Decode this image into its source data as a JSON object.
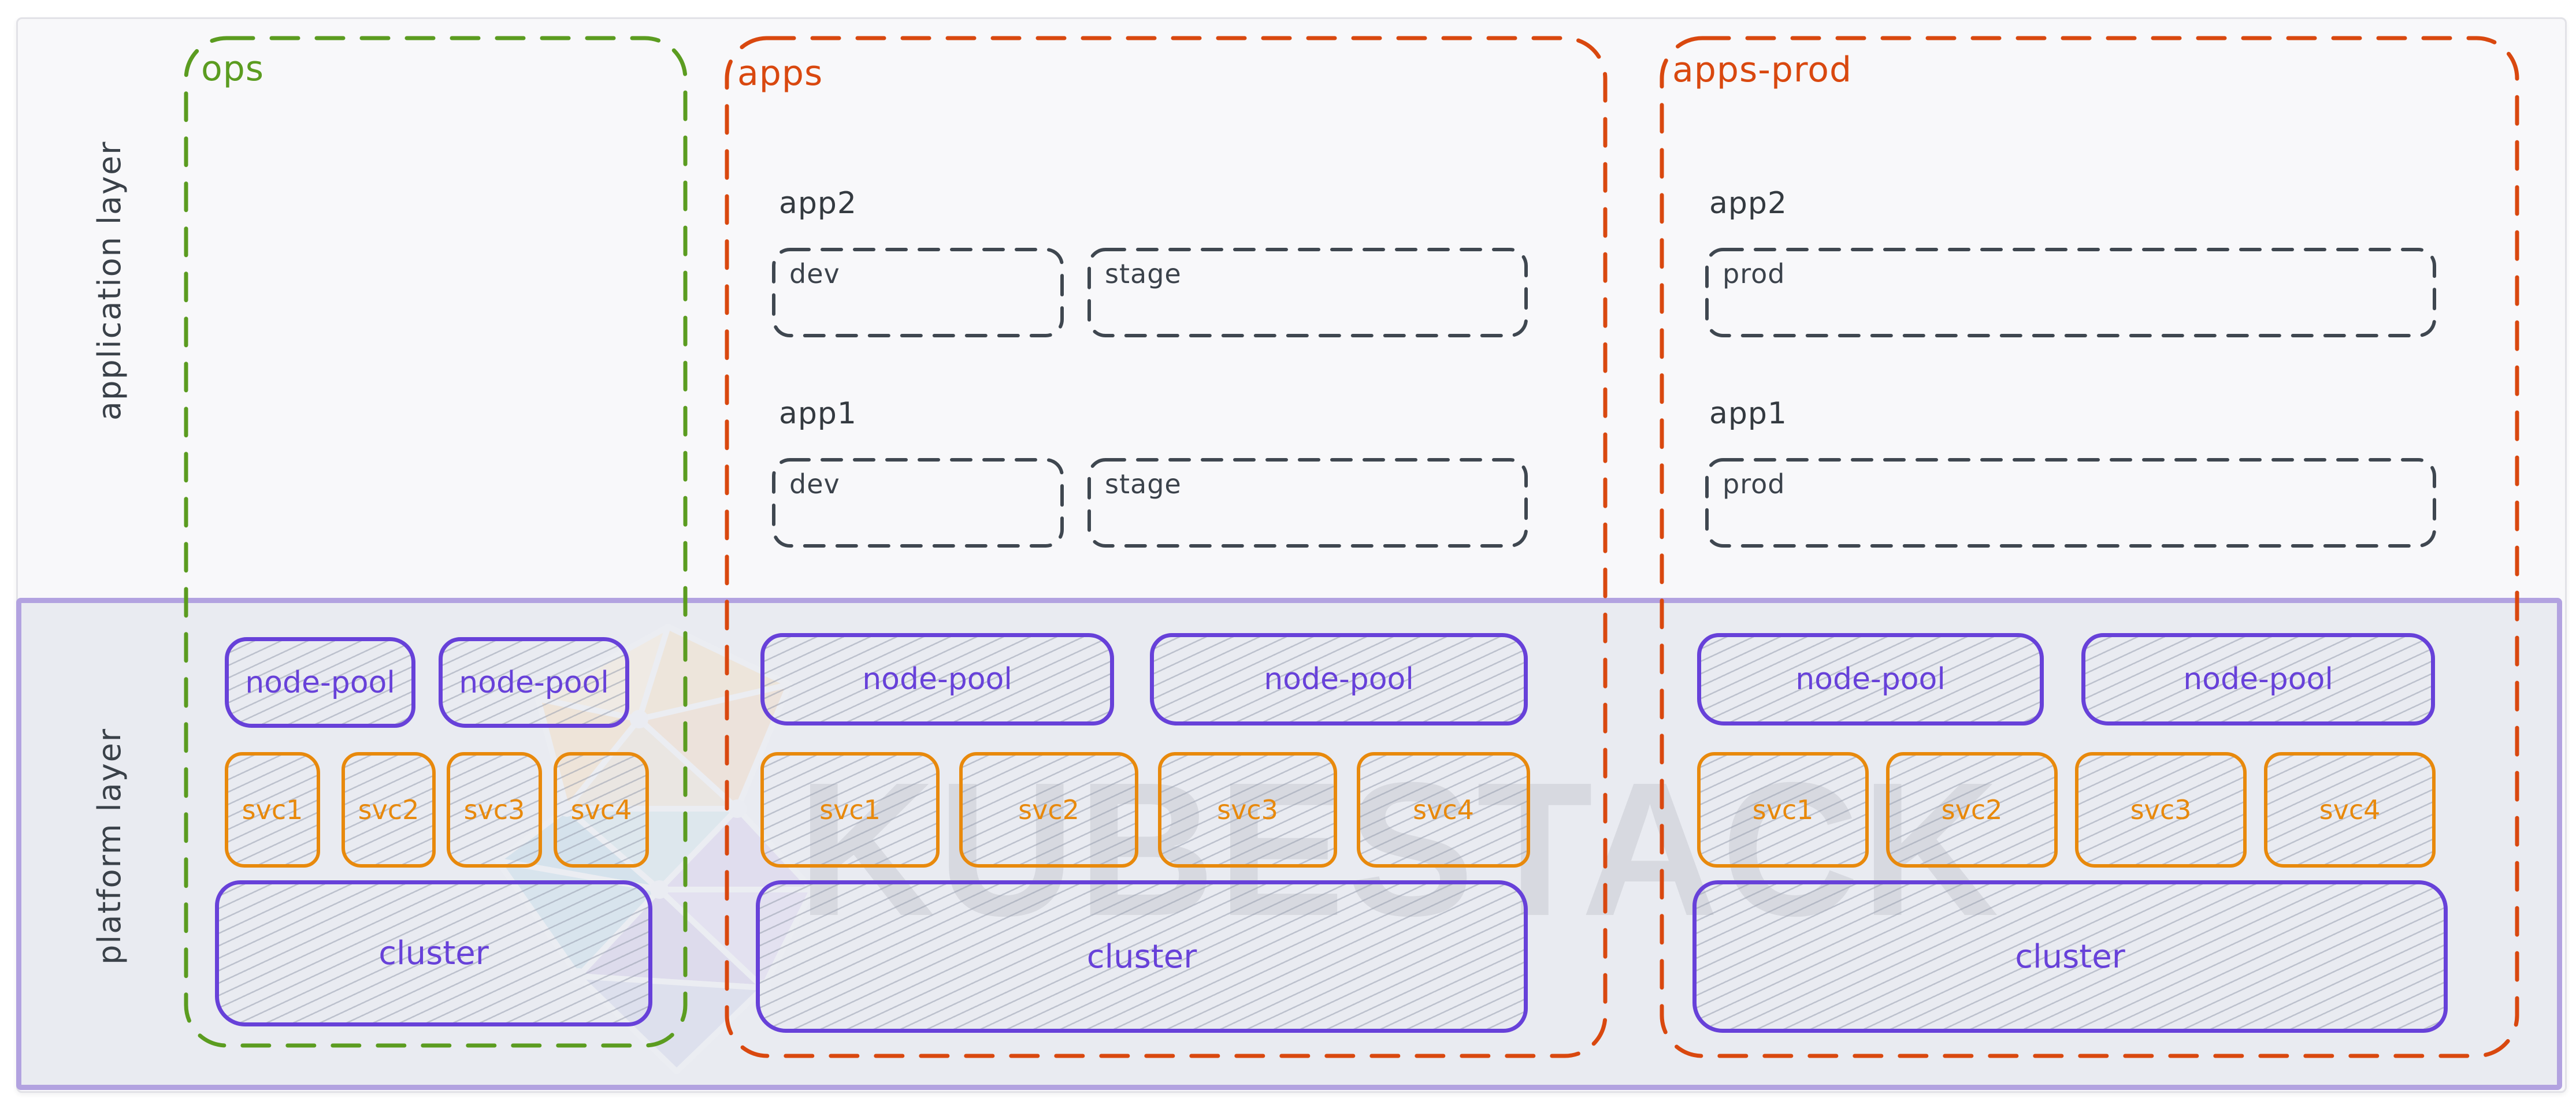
{
  "layers": {
    "application": "application layer",
    "platform": "platform layer"
  },
  "watermark": {
    "text": "KUBESTACK"
  },
  "columns": [
    {
      "label": "ops"
    },
    {
      "label": "apps",
      "apps": [
        {
          "name": "app2",
          "envs": [
            {
              "label": "dev"
            },
            {
              "label": "stage"
            }
          ]
        },
        {
          "name": "app1",
          "envs": [
            {
              "label": "dev"
            },
            {
              "label": "stage"
            }
          ]
        }
      ]
    },
    {
      "label": "apps-prod",
      "apps": [
        {
          "name": "app2",
          "envs": [
            {
              "label": "prod"
            }
          ]
        },
        {
          "name": "app1",
          "envs": [
            {
              "label": "prod"
            }
          ]
        }
      ]
    }
  ],
  "platform": {
    "node_pool": "node-pool",
    "services": [
      "svc1",
      "svc2",
      "svc3",
      "svc4"
    ],
    "cluster": "cluster"
  },
  "colors": {
    "ops_green": "#5b9c20",
    "apps_red": "#d9480f",
    "service_orange": "#e8890c",
    "platform_purple": "#6741d9",
    "band_border": "#b2a2e0",
    "text_dark": "#343a40"
  }
}
